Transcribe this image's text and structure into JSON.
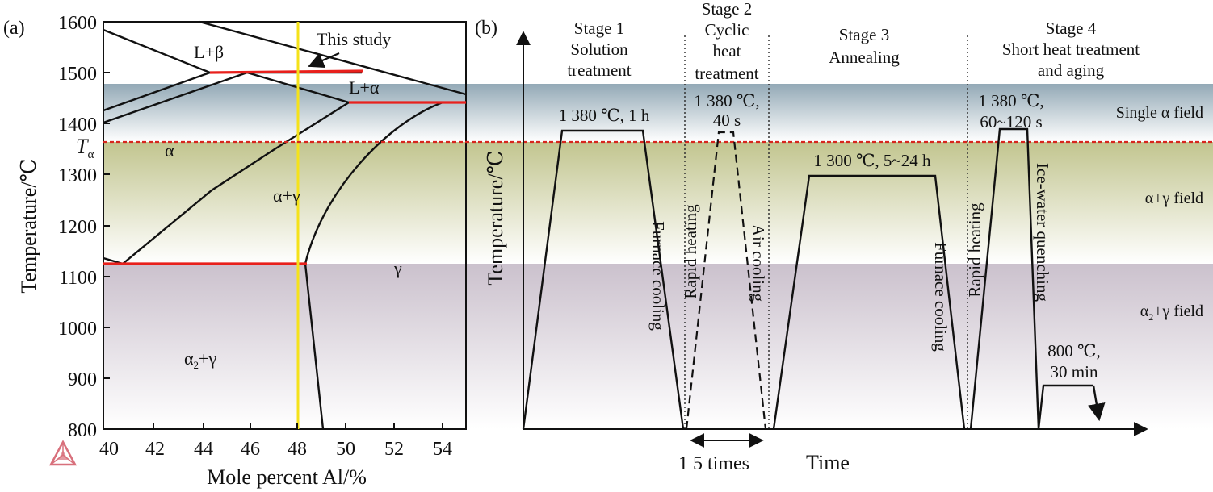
{
  "panel_a": {
    "label": "(a)",
    "ylabel": "Temperature/℃",
    "xlabel": "Mole percent Al/%",
    "x_ticks": [
      "40",
      "42",
      "44",
      "46",
      "48",
      "50",
      "52",
      "54"
    ],
    "y_ticks": [
      "1600",
      "1500",
      "1400",
      "1300",
      "1200",
      "1100",
      "1000",
      "900",
      "800"
    ],
    "t_alpha_main": "T",
    "t_alpha_sub": "α",
    "annotation": "This study",
    "phases": {
      "l_beta": "L+β",
      "l_alpha": "L+α",
      "alpha": "α",
      "alpha_gamma": "α+γ",
      "gamma": "γ",
      "alpha2_main": "α",
      "alpha2_sub": "2",
      "alpha2_rest": "+γ"
    },
    "logo": "thermo-calc-logo"
  },
  "panel_b": {
    "label": "(b)",
    "ylabel": "Temperature/℃",
    "xlabel": "Time",
    "stage1": [
      "Stage 1",
      "Solution",
      "treatment"
    ],
    "stage2": [
      "Stage 2",
      "Cyclic",
      "heat",
      "treatment"
    ],
    "stage3": [
      "Stage 3",
      "Annealing"
    ],
    "stage4": [
      "Stage 4",
      "Short heat treatment",
      "and aging"
    ],
    "s1_temp": "1 380 ℃, 1 h",
    "s2_temp": [
      "1 380 ℃,",
      "40 s"
    ],
    "s3_temp": "1 300 ℃, 5~24 h",
    "s4_temp": [
      "1 380 ℃,",
      "60~120 s"
    ],
    "aging": [
      "800 ℃,",
      "30 min"
    ],
    "furnace1": "Furnace cooling",
    "rapid1": "Rapid heating",
    "air": "Air cooling",
    "furnace2": "Furnace cooling",
    "rapid2": "Rapid heating",
    "quench": "Ice-water quenching",
    "cycles": "1  5 times",
    "field_single": "Single α field",
    "field_ag": "α+γ field",
    "field_a2g_main": "α",
    "field_a2g_sub": "2",
    "field_a2g_rest": "+γ field"
  },
  "colors": {
    "single_alpha_band": "#9fb2bd",
    "alpha_gamma_band": "#c9cb9e",
    "alpha2_gamma_band": "#cfc7d1",
    "highlight_line": "#f5e21a",
    "red_line": "#e8201c",
    "t_alpha_dash": "#d7261e"
  }
}
